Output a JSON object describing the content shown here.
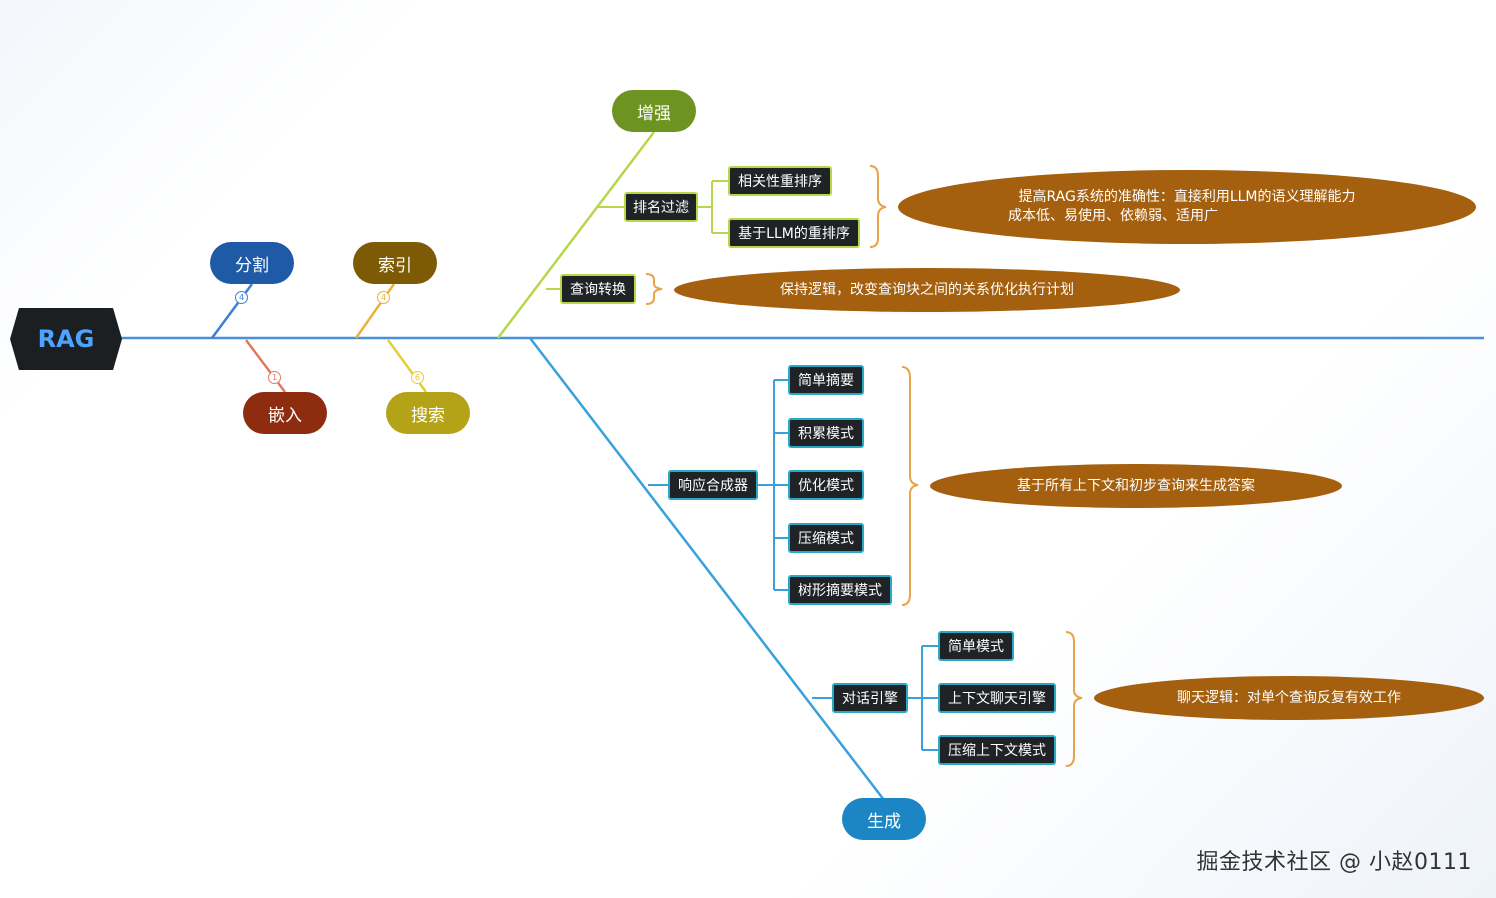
{
  "root": {
    "label": "RAG"
  },
  "stages": {
    "split": {
      "label": "分割",
      "badge": "4"
    },
    "embed": {
      "label": "嵌入",
      "badge": "1"
    },
    "index": {
      "label": "索引",
      "badge": "4"
    },
    "search": {
      "label": "搜索",
      "badge": "6"
    },
    "enhance": {
      "label": "增强"
    },
    "generate": {
      "label": "生成"
    }
  },
  "enhance": {
    "rank_filter": {
      "label": "排名过滤",
      "children": [
        "相关性重排序",
        "基于LLM的重排序"
      ],
      "note": [
        "提高RAG系统的准确性：直接利用LLM的语义理解能力",
        "成本低、易使用、依赖弱、适用广"
      ]
    },
    "query_transform": {
      "label": "查询转换",
      "note": "保持逻辑，改变查询块之间的关系优化执行计划"
    }
  },
  "generate": {
    "response_synth": {
      "label": "响应合成器",
      "children": [
        "简单摘要",
        "积累模式",
        "优化模式",
        "压缩模式",
        "树形摘要模式"
      ],
      "note": "基于所有上下文和初步查询来生成答案"
    },
    "chat_engine": {
      "label": "对话引擎",
      "children": [
        "简单模式",
        "上下文聊天引擎",
        "压缩上下文模式"
      ],
      "note": "聊天逻辑：对单个查询反复有效工作"
    }
  },
  "watermark": "掘金技术社区 @ 小赵0111",
  "colors": {
    "spine": "#4a90d9",
    "split": "#1f5aa6",
    "embed": "#8e2c10",
    "index": "#7d5a06",
    "search": "#b5a317",
    "enhance": "#6d9420",
    "generate": "#1c86c4",
    "note": "#a5600f",
    "box_border": "#2aa8c8"
  }
}
